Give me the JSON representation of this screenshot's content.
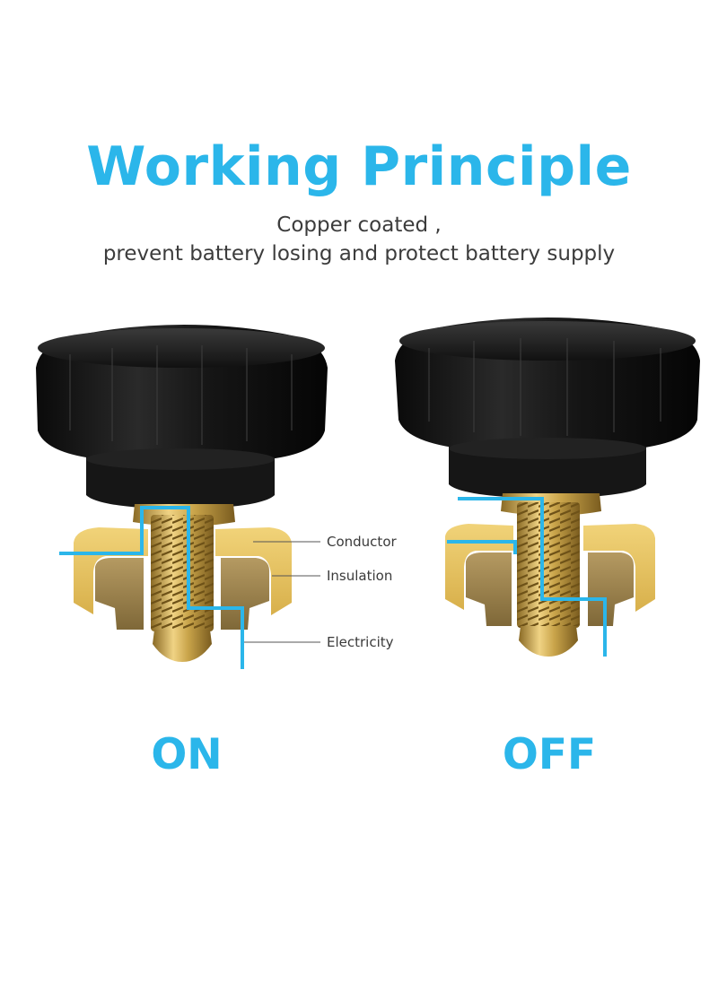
{
  "title": "Working Principle",
  "subtitle": {
    "line1": "Copper coated ,",
    "line2": "prevent battery losing and protect battery supply"
  },
  "labels": {
    "conductor": "Conductor",
    "insulation": "Insulation",
    "electricity": "Electricity"
  },
  "states": {
    "on": "ON",
    "off": "OFF"
  },
  "colors": {
    "accent": "#2bb6ea",
    "knob": "#141414",
    "brass": "#c9a44a",
    "conductor": "#e6c35c",
    "insulation": "#9a8250",
    "wire": "#2bb6ea"
  }
}
